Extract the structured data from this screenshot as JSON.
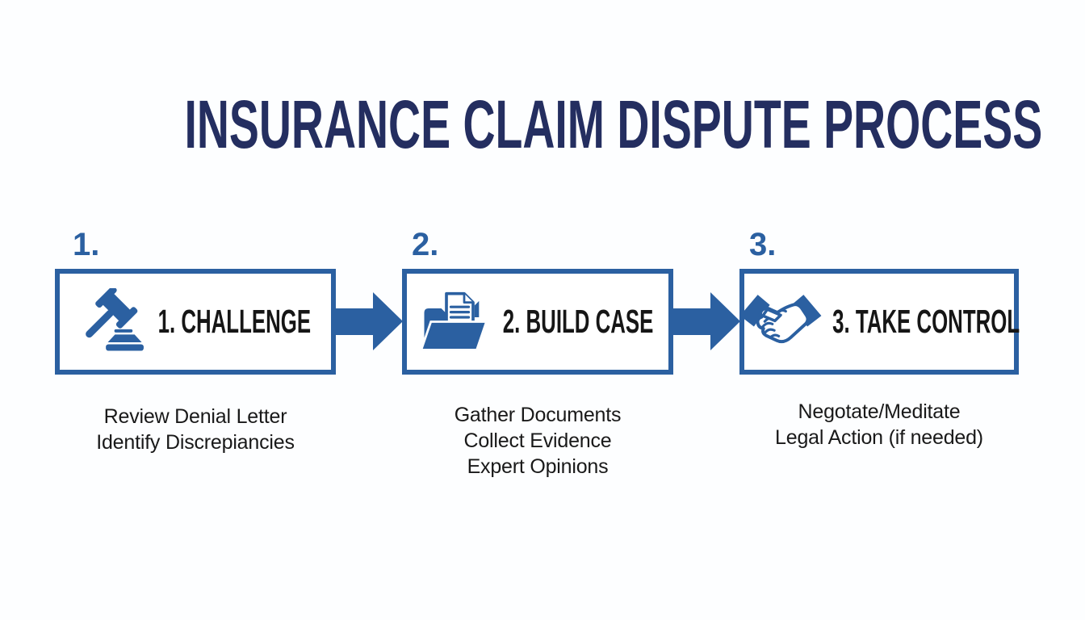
{
  "title": "INSURANCE CLAIM DISPUTE PROCESS",
  "colors": {
    "accent_blue": "#2b60a1",
    "title_navy": "#242e60",
    "heading_text": "#161616",
    "body_text": "#191919",
    "background": "#fdfeff"
  },
  "steps": [
    {
      "number": "1.",
      "label": "1. CHALLENGE",
      "icon": "gavel-icon",
      "description_lines": [
        "Review Denial Letter",
        "Identify Discrepiancies"
      ]
    },
    {
      "number": "2.",
      "label": "2. BUILD CASE",
      "icon": "folder-documents-icon",
      "description_lines": [
        "Gather Documents",
        "Collect Evidence",
        "Expert Opinions"
      ]
    },
    {
      "number": "3.",
      "label": "3. TAKE CONTROL",
      "icon": "handshake-icon",
      "description_lines": [
        "Negotate/Meditate",
        "Legal Action (if needed)"
      ]
    }
  ],
  "connectors": [
    {
      "icon": "arrow-right-icon"
    },
    {
      "icon": "arrow-right-icon"
    }
  ]
}
